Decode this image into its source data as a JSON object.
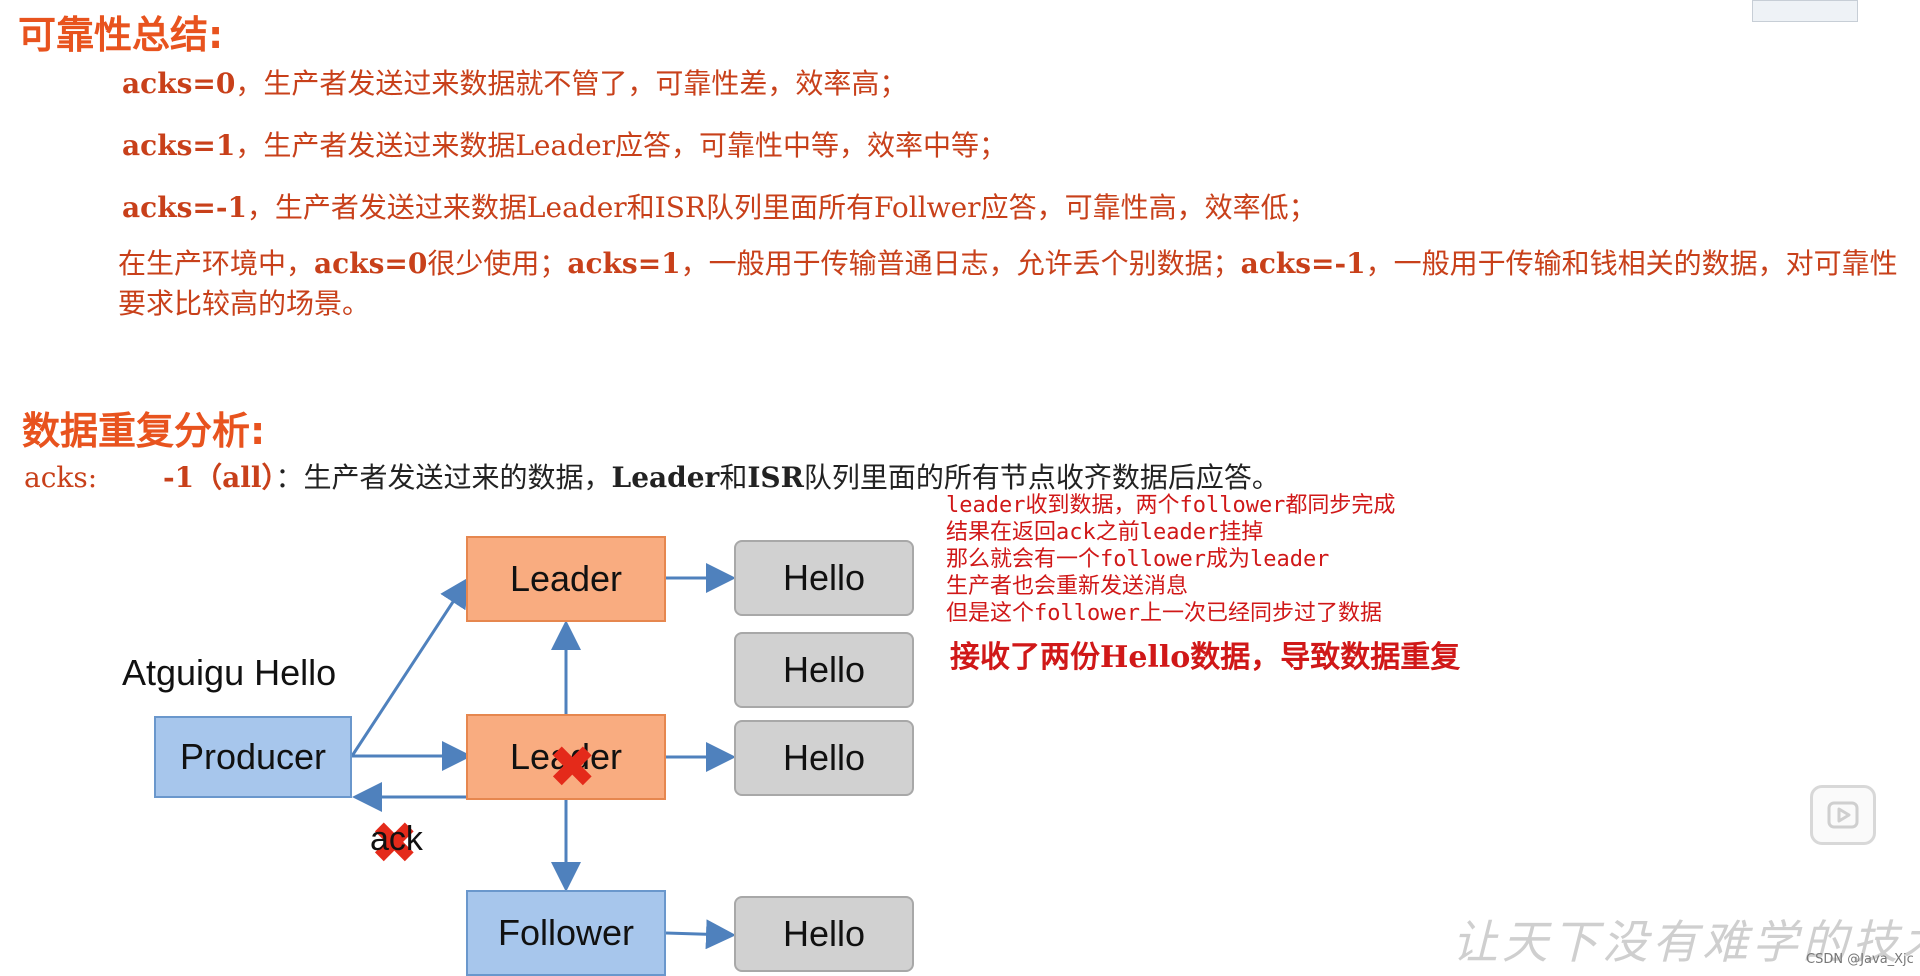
{
  "section1": {
    "title": "可靠性总结:",
    "lines": [
      {
        "lead": "acks=0",
        "rest": "，生产者发送过来数据就不管了，可靠性差，效率高；"
      },
      {
        "lead": "acks=1",
        "rest": "，生产者发送过来数据Leader应答，可靠性中等，效率中等；"
      },
      {
        "lead": "acks=-1",
        "rest": "，生产者发送过来数据Leader和ISR队列里面所有Follwer应答，可靠性高，效率低；"
      }
    ],
    "para": {
      "p1": "在生产环境中，",
      "b1": "acks=0",
      "p2": "很少使用；",
      "b2": "acks=1",
      "p3": "，一般用于传输普通日志，允许丢个别数据；",
      "b3": "acks=-1",
      "p4": "，一般用于传输和钱相关的数据，对可靠性要求比较高的场景。"
    }
  },
  "section2": {
    "title": "数据重复分析:",
    "acks_label": "acks:",
    "acks_value": "-1（all）",
    "acks_sep": "：生产者发送过来的数据，",
    "acks_b1": "Leader",
    "acks_mid": "和",
    "acks_b2": "ISR",
    "acks_tail": "队列里面的所有节点收齐数据后应答。"
  },
  "notes": [
    "leader收到数据，两个follower都同步完成",
    "结果在返回ack之前leader挂掉",
    "那么就会有一个follower成为leader",
    "生产者也会重新发送消息",
    "但是这个follower上一次已经同步过了数据"
  ],
  "note_conclusion": "接收了两份Hello数据，导致数据重复",
  "diagram": {
    "message": "Atguigu Hello",
    "producer": "Producer",
    "leader_top": "Leader",
    "leader_mid": "Leader",
    "follower": "Follower",
    "ack": "ack",
    "hello": [
      "Hello",
      "Hello",
      "Hello",
      "Hello"
    ]
  },
  "watermark": "让天下没有难学的技术",
  "credit": "CSDN @Java_Xjc",
  "colors": {
    "accent": "#e8531e",
    "orange_box": "#f9ac80",
    "blue_box": "#a7c6ec",
    "gray_box": "#d1d1d1",
    "note_red": "#d01818"
  }
}
